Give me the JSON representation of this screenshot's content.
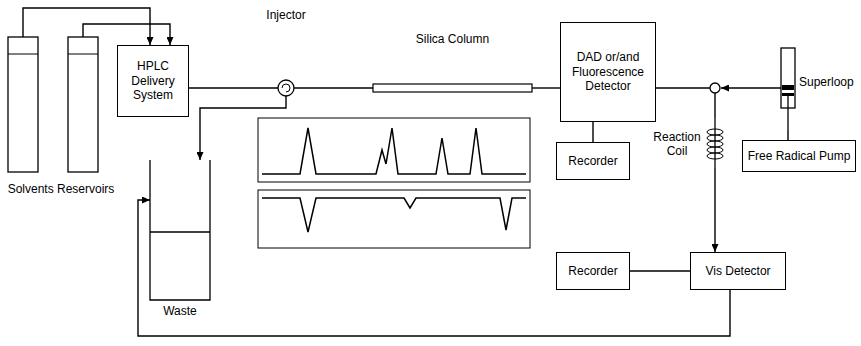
{
  "diagram": {
    "nodes": [
      {
        "text": [
          "Solvents Reservoirs"
        ]
      },
      {
        "text": [
          "HPLC Delivery System"
        ]
      },
      {
        "text": [
          "Injector"
        ]
      },
      {
        "text": [
          "Silica Column"
        ]
      },
      {
        "text": [
          "DAD or/and Fluorescence Detector"
        ]
      },
      {
        "text": [
          "Recorder"
        ]
      },
      {
        "text": [
          "Recorder"
        ]
      },
      {
        "text": [
          "Reaction Coil"
        ]
      },
      {
        "text": [
          "Superloop"
        ]
      },
      {
        "text": [
          "Free Radical Pump"
        ]
      },
      {
        "text": [
          "Vis Detector"
        ]
      },
      {
        "text": [
          "Waste"
        ]
      }
    ],
    "edges": [
      {
        "from": 0,
        "to": 1,
        "arrow": "to"
      },
      {
        "from": 0,
        "to": 1,
        "arrow": "to"
      },
      {
        "from": 1,
        "to": 2,
        "arrow": "none"
      },
      {
        "from": 2,
        "to": 3,
        "arrow": "none"
      },
      {
        "from": 3,
        "to": 4,
        "arrow": "none"
      },
      {
        "from": 4,
        "to": 5,
        "arrow": "none"
      },
      {
        "from": 4,
        "to": 7,
        "arrow": "none"
      },
      {
        "from": 8,
        "to": 7,
        "arrow": "to"
      },
      {
        "from": 7,
        "to": 10,
        "arrow": "to"
      },
      {
        "from": 10,
        "to": 6,
        "arrow": "none"
      },
      {
        "from": 10,
        "to": 11,
        "arrow": "to"
      },
      {
        "from": 2,
        "to": 11,
        "arrow": "to"
      },
      {
        "from": 9,
        "to": 8,
        "arrow": "none"
      }
    ]
  }
}
